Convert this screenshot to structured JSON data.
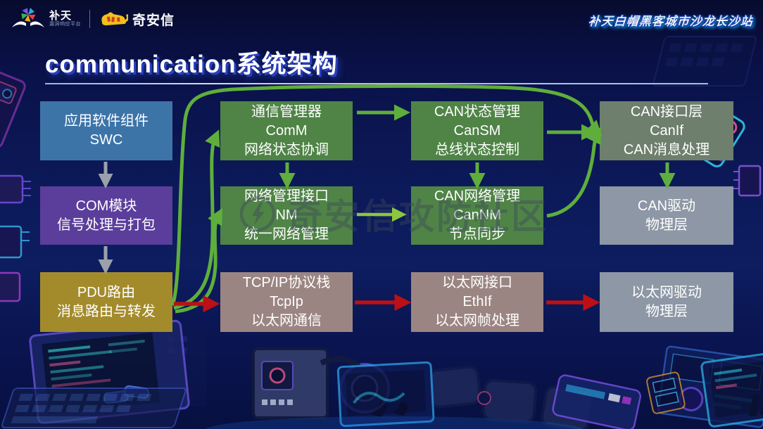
{
  "header": {
    "butian": {
      "name": "补天",
      "subtitle": "漏洞响应平台"
    },
    "qianxin_label": "奇安信",
    "event_badge": "补天白帽黑客城市沙龙长沙站"
  },
  "title": "communication系统架构",
  "watermark": {
    "logo": "lightning-bolt-icon",
    "text": "奇安信攻防社区"
  },
  "diagram": {
    "boxes": {
      "swc": {
        "lines": [
          "应用软件组件",
          "SWC"
        ]
      },
      "com": {
        "lines": [
          "COM模块",
          "信号处理与打包"
        ]
      },
      "pdu": {
        "lines": [
          "PDU路由",
          "消息路由与转发"
        ]
      },
      "comm": {
        "lines": [
          "通信管理器",
          "ComM",
          "网络状态协调"
        ]
      },
      "nm": {
        "lines": [
          "网络管理接口",
          "NM",
          "统一网络管理"
        ]
      },
      "tcpip": {
        "lines": [
          "TCP/IP协议栈",
          "TcpIp",
          "以太网通信"
        ]
      },
      "cansm": {
        "lines": [
          "CAN状态管理",
          "CanSM",
          "总线状态控制"
        ]
      },
      "cannm": {
        "lines": [
          "CAN网络管理",
          "CanNM",
          "节点同步"
        ]
      },
      "ethif": {
        "lines": [
          "以太网接口",
          "EthIf",
          "以太网帧处理"
        ]
      },
      "canif": {
        "lines": [
          "CAN接口层",
          "CanIf",
          "CAN消息处理"
        ]
      },
      "candrv": {
        "lines": [
          "CAN驱动",
          "物理层"
        ]
      },
      "ethdrv": {
        "lines": [
          "以太网驱动",
          "物理层"
        ]
      }
    },
    "edges": [
      {
        "from": "swc",
        "to": "com",
        "style": "gray"
      },
      {
        "from": "com",
        "to": "pdu",
        "style": "gray"
      },
      {
        "from": "pdu",
        "to": "comm",
        "style": "green-curve"
      },
      {
        "from": "pdu",
        "to": "nm",
        "style": "green-curve"
      },
      {
        "from": "pdu",
        "to": "canif",
        "style": "green-curve"
      },
      {
        "from": "comm",
        "to": "nm",
        "style": "green"
      },
      {
        "from": "comm",
        "to": "cansm",
        "style": "green"
      },
      {
        "from": "cansm",
        "to": "cannm",
        "style": "green"
      },
      {
        "from": "cansm",
        "to": "canif",
        "style": "green"
      },
      {
        "from": "cannm",
        "to": "canif",
        "style": "green-curve"
      },
      {
        "from": "nm",
        "to": "cannm",
        "style": "green-light"
      },
      {
        "from": "canif",
        "to": "candrv",
        "style": "green"
      },
      {
        "from": "pdu",
        "to": "tcpip",
        "style": "red"
      },
      {
        "from": "tcpip",
        "to": "ethif",
        "style": "red"
      },
      {
        "from": "ethif",
        "to": "ethdrv",
        "style": "red"
      }
    ],
    "colors": {
      "blue": "#3d74a8",
      "purple": "#5b3e9b",
      "olive": "#a38b2b",
      "green": "#4f8446",
      "grayGreen": "#6e7f6d",
      "gray": "#8d97a5",
      "mauve": "#9b8582",
      "arrowGreen": "#5fae3c",
      "arrowLightGreen": "#8dc63f",
      "arrowRed": "#bb1016",
      "arrowGray": "#9aa1ab",
      "accentCyan": "#9fe8ff"
    }
  }
}
